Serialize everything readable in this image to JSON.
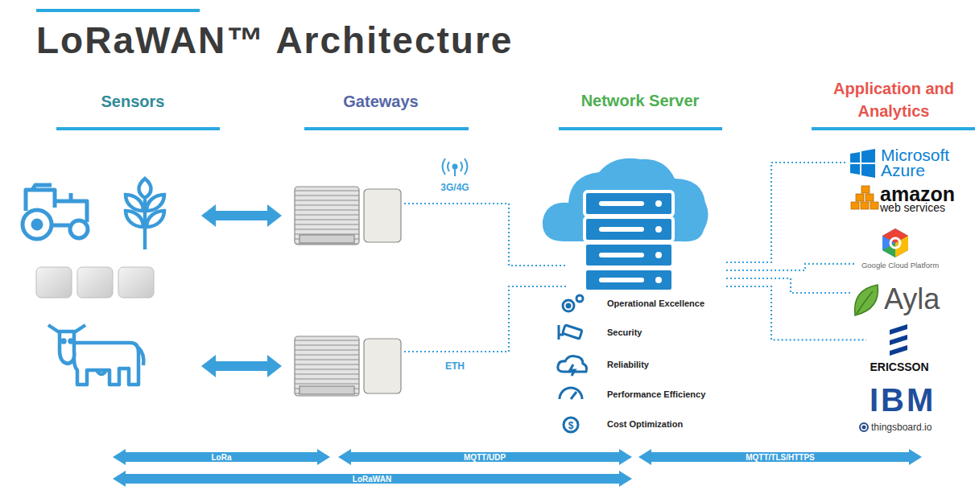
{
  "diagram": {
    "title": "LoRaWAN™ Architecture",
    "nodes": [
      {
        "text": [
          "Operational Excellence",
          "Security",
          "Reliability",
          "Performance Efficiency",
          "Cost Optimization"
        ]
      },
      {
        "text": [
          "Microsoft Azure"
        ]
      },
      {
        "text": [
          "amazon",
          "web services"
        ]
      },
      {
        "text": [
          "Google Cloud Platform"
        ]
      },
      {
        "text": [
          "Ayla"
        ]
      },
      {
        "text": [
          "ERICSSON"
        ]
      },
      {
        "text": [
          "IBM"
        ]
      },
      {
        "text": [
          "thingsboard.io"
        ]
      }
    ],
    "edges": [
      {
        "from": 0,
        "to": 1,
        "arrow": "none"
      },
      {
        "from": 0,
        "to": 3,
        "arrow": "none"
      },
      {
        "from": 0,
        "to": 4,
        "arrow": "none"
      },
      {
        "from": 0,
        "to": 5,
        "arrow": "none"
      }
    ],
    "labels": [
      "Sensors",
      "Gateways",
      "Network Server",
      "Application and Analytics",
      "3G/4G",
      "ETH",
      "LoRa",
      "MQTT/UDP",
      "MQTT/TLS/HTTPS",
      "LoRaWAN"
    ]
  }
}
